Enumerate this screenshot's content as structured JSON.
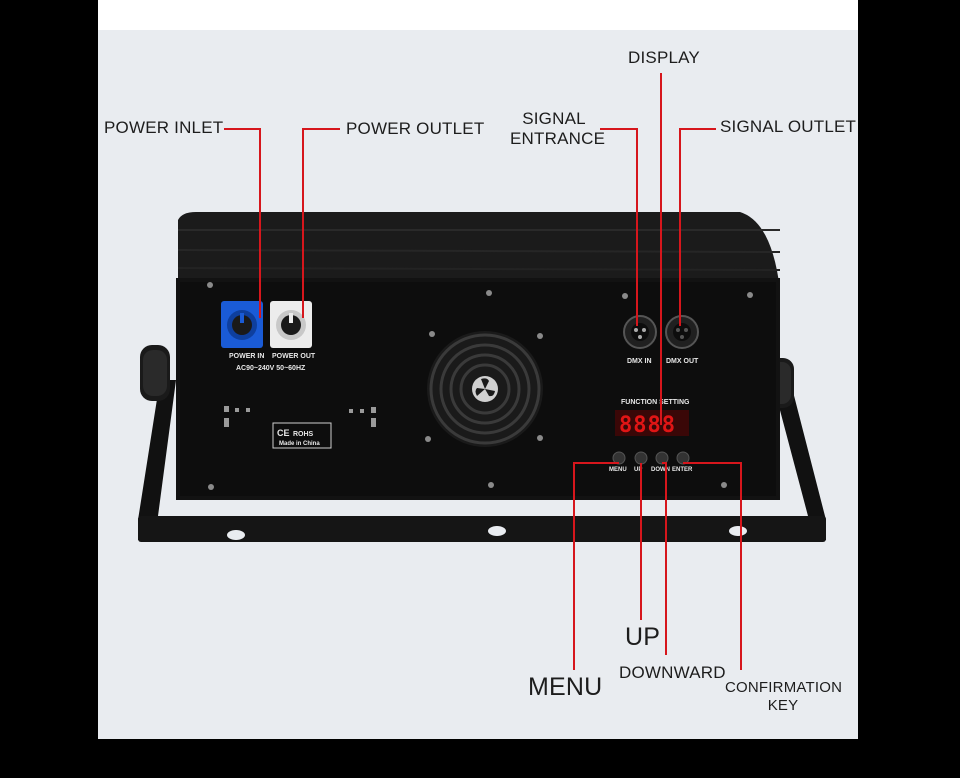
{
  "callouts": {
    "power_inlet": "POWER INLET",
    "power_outlet": "POWER OUTLET",
    "display": "DISPLAY",
    "signal_entrance_line1": "SIGNAL",
    "signal_entrance_line2": "ENTRANCE",
    "signal_outlet": "SIGNAL OUTLET",
    "up": "UP",
    "downward": "DOWNWARD",
    "menu": "MENU",
    "confirmation_key_line1": "CONFIRMATION",
    "confirmation_key_line2": "KEY"
  },
  "device_labels": {
    "power_in": "POWER IN",
    "power_out": "POWER OUT",
    "voltage": "AC90~240V 50~60HZ",
    "dmx_in": "DMX IN",
    "dmx_out": "DMX OUT",
    "function_setting": "FUNCTION SETTING",
    "btn_menu": "MENU",
    "btn_up": "UP",
    "btn_down": "DOWN",
    "btn_enter": "ENTER",
    "cert_ce": "CE",
    "cert_rohs": "ROHS",
    "made_in": "Made in China",
    "display_readout": "8888"
  },
  "colors": {
    "callout_line": "#d6161c",
    "power_in_connector": "#1a5bd6",
    "power_out_connector": "#ececec",
    "display_led": "#e01515",
    "panel_background": "#e9ecf0"
  }
}
